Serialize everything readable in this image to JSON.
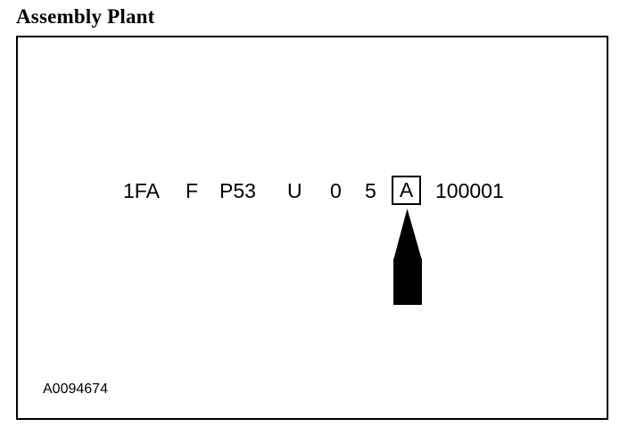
{
  "title": "Assembly Plant",
  "vin": {
    "segments": [
      "1FA",
      "F",
      "P53",
      "U",
      "0",
      "5"
    ],
    "highlighted": "A",
    "serial": "100001"
  },
  "reference_code": "A0094674"
}
